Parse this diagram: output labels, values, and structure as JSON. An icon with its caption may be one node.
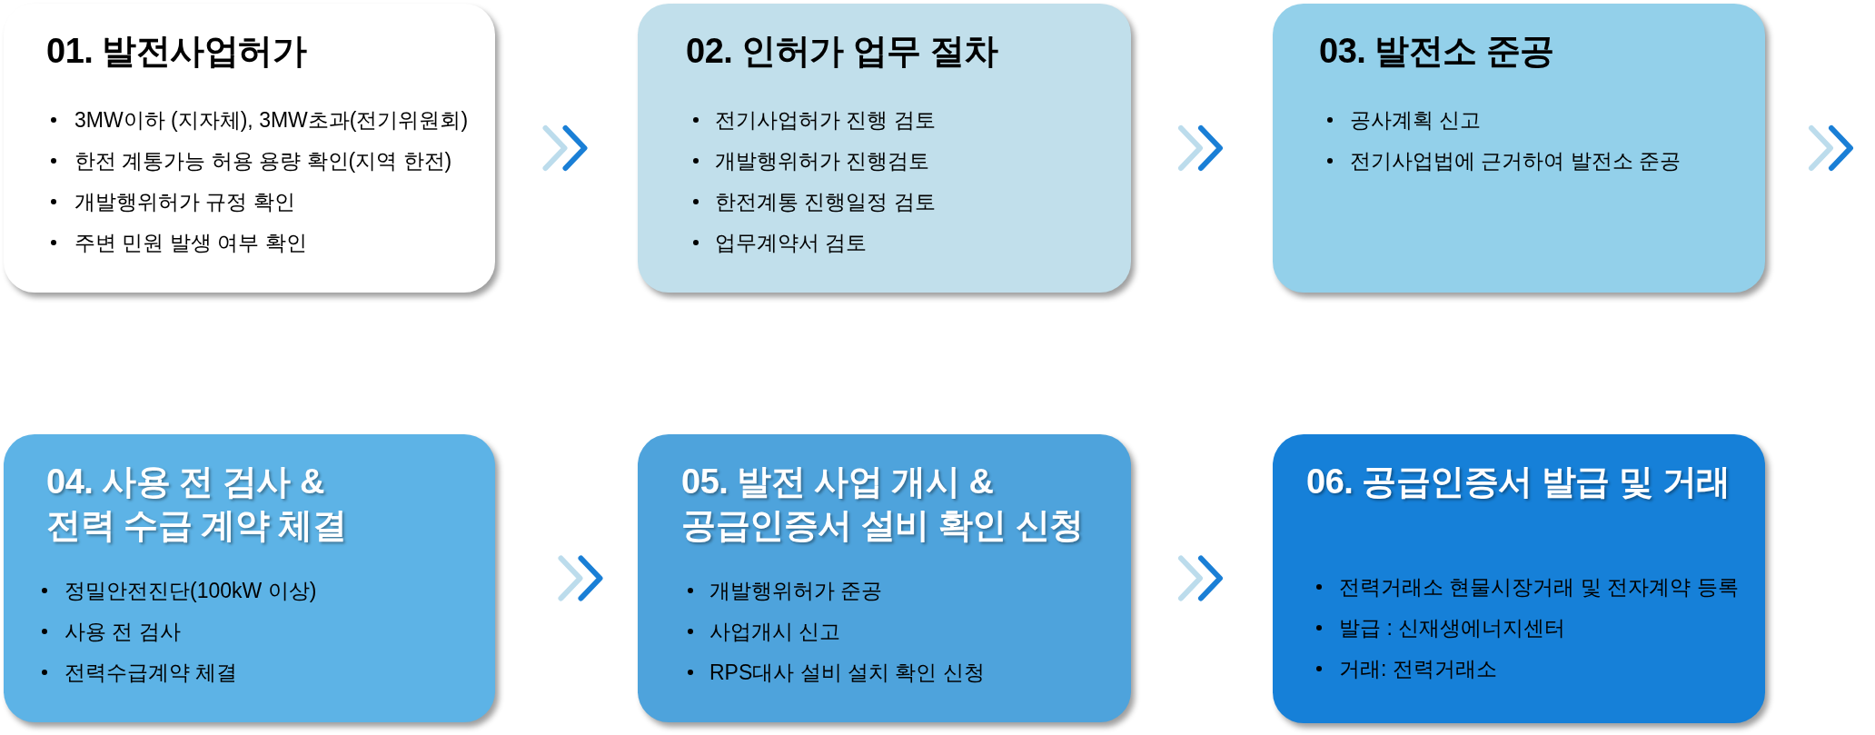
{
  "diagram": {
    "nodes": [
      {
        "text": [
          "01. 발전사업허가",
          "3MW이하 (지자체), 3MW초과(전기위원회)",
          "한전 계통가능 허용 용량 확인(지역 한전)",
          "개발행위허가 규정 확인",
          "주변 민원 발생 여부 확인"
        ]
      },
      {
        "text": [
          "02. 인허가 업무 절차",
          "전기사업허가 진행 검토",
          "개발행위허가 진행검토",
          "한전계통 진행일정 검토",
          "업무계약서 검토"
        ]
      },
      {
        "text": [
          "03. 발전소 준공",
          "공사계획 신고",
          "전기사업법에 근거하여 발전소 준공"
        ]
      },
      {
        "text": [
          "04. 사용 전 검사 & 전력 수급 계약 체결",
          "정밀안전진단(100kW 이상)",
          "사용 전 검사",
          "전력수급계약 체결"
        ]
      },
      {
        "text": [
          "05. 발전 사업 개시 & 공급인증서 설비 확인 신청",
          "개발행위허가 준공",
          "사업개시 신고",
          "RPS대사 설비 설치 확인 신청"
        ]
      },
      {
        "text": [
          "06. 공급인증서 발급 및 거래",
          "전력거래소 현물시장거래 및 전자계약 등록",
          "발급 : 신재생에너지센터",
          "거래: 전력거래소"
        ]
      }
    ],
    "edges": [
      {
        "from": 0,
        "to": 1,
        "arrow": "to"
      },
      {
        "from": 1,
        "to": 2,
        "arrow": "to"
      },
      {
        "from": 2,
        "to": null,
        "arrow": "to"
      },
      {
        "from": 3,
        "to": 4,
        "arrow": "to"
      },
      {
        "from": 4,
        "to": 5,
        "arrow": "to"
      }
    ]
  }
}
